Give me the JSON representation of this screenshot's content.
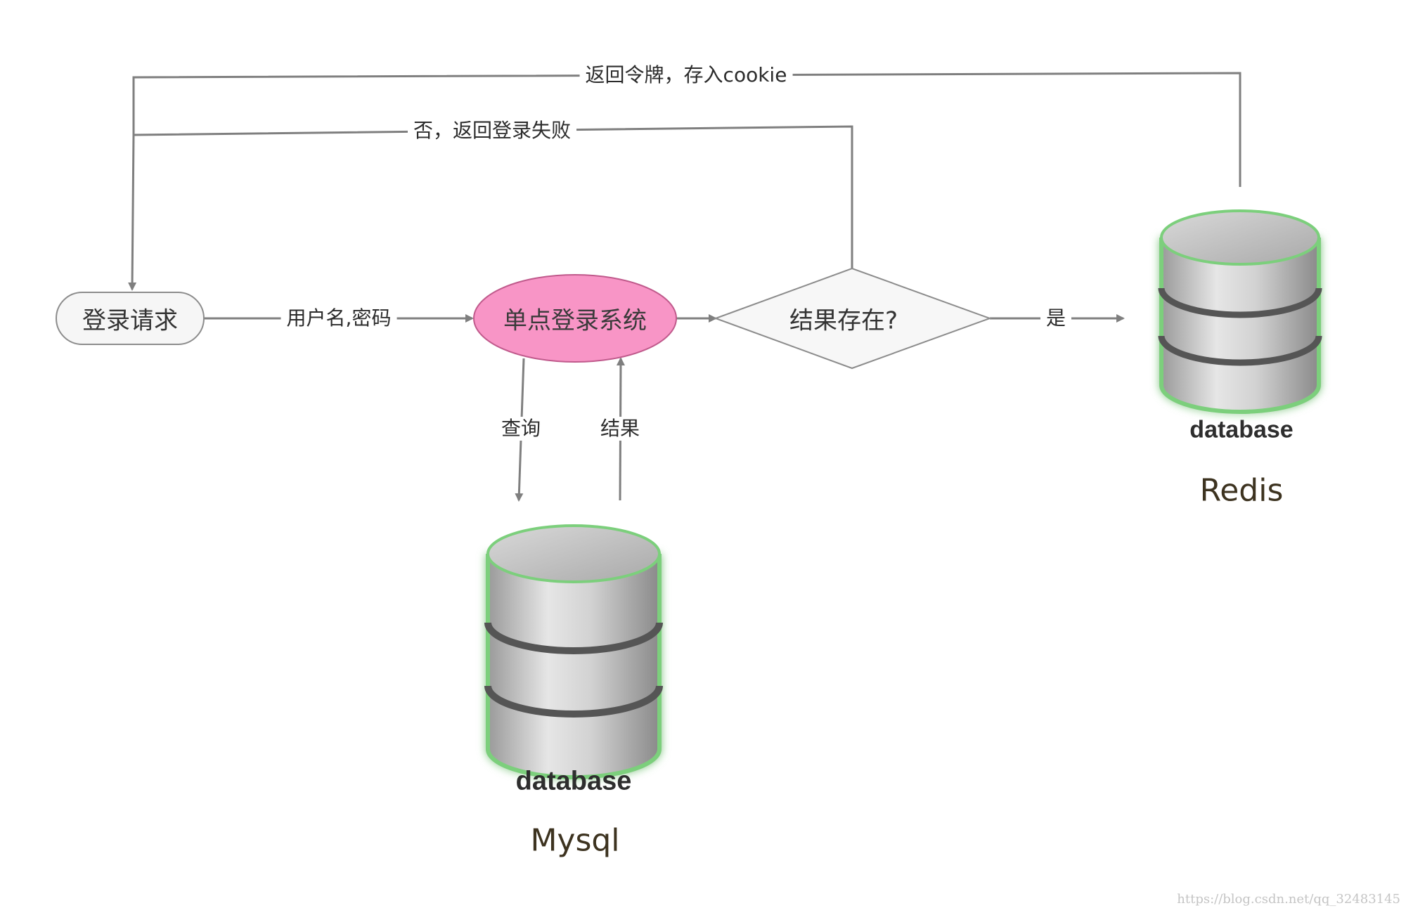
{
  "diagram": {
    "nodes": {
      "login_request": "登录请求",
      "sso_system": "单点登录系统",
      "decision": "结果存在?",
      "redis_caption": "Redis",
      "mysql_caption": "Mysql",
      "db_label": "database"
    },
    "edges": {
      "username_password": "用户名,密码",
      "query": "查询",
      "result": "结果",
      "yes": "是",
      "no_fail": "否，返回登录失败",
      "return_token": "返回令牌，存入cookie"
    },
    "colors": {
      "sso_fill": "#f895c6",
      "line": "#7f7f7f",
      "db_glow": "#7ccf7c"
    }
  },
  "watermark": "https://blog.csdn.net/qq_32483145"
}
